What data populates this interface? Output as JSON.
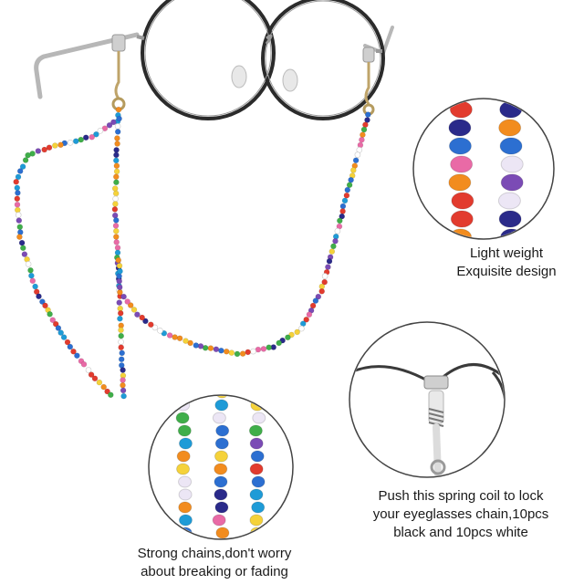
{
  "captions": {
    "lightweight": {
      "line1": "Light weight",
      "line2": "Exquisite design"
    },
    "spring_coil": {
      "line1": "Push this spring coil to lock",
      "line2": "your eyeglasses chain,10pcs",
      "line3": "black and 10pcs white"
    },
    "strong_chain": {
      "line1": "Strong chains,don't worry",
      "line2": "about breaking or fading"
    }
  },
  "bead_colors": [
    "#e23b2e",
    "#f28c1e",
    "#f5d23a",
    "#3fae49",
    "#2c6fd1",
    "#1e9bd7",
    "#7b4bb5",
    "#ffffff",
    "#e96aa6",
    "#2a2a8a"
  ],
  "frame_color": "#2b2b2b",
  "icons": {
    "glasses": "eyeglasses-icon",
    "chain": "beaded-chain-icon",
    "zoom_beads": "bead-closeup-icon",
    "zoom_coil": "spring-coil-closeup-icon",
    "zoom_strands": "bead-strands-closeup-icon"
  }
}
